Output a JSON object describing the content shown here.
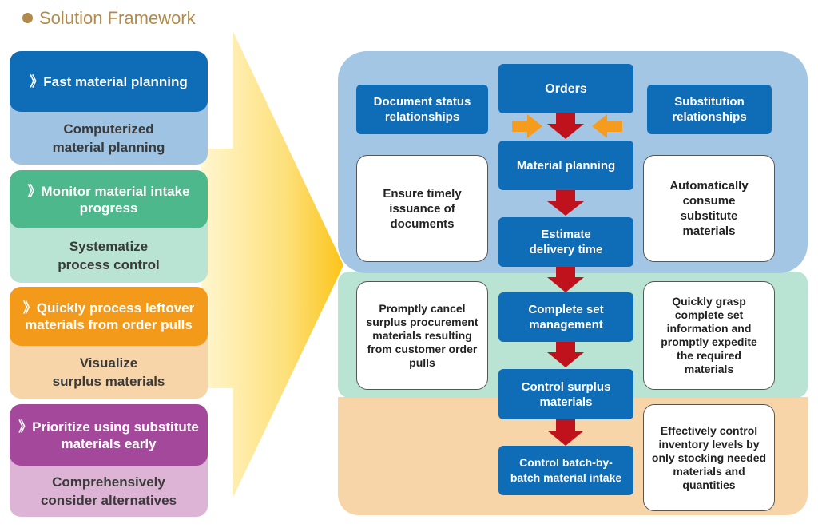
{
  "title": "Solution Framework",
  "left_cards": [
    {
      "head": "》Fast material planning",
      "body": "Computerized\nmaterial planning",
      "head_color": "#0f6cb6",
      "body_color": "#9fc3e2"
    },
    {
      "head": "》Monitor material intake progress",
      "body": "Systematize\nprocess control",
      "head_color": "#4cb88b",
      "body_color": "#b9e3d3"
    },
    {
      "head": "》Quickly process leftover materials from order pulls",
      "body": "Visualize\nsurplus materials",
      "head_color": "#f39a1b",
      "body_color": "#f8d5a8"
    },
    {
      "head": "》Prioritize using substitute materials early",
      "body": "Comprehensively\nconsider alternatives",
      "head_color": "#a3489a",
      "body_color": "#ddb4d5"
    }
  ],
  "flow": {
    "orders": "Orders",
    "material_planning": "Material planning",
    "estimate_delivery": "Estimate\ndelivery time",
    "complete_set": "Complete set\nmanagement",
    "control_surplus": "Control surplus\nmaterials",
    "control_batch": "Control batch-by-\nbatch material intake"
  },
  "side": {
    "document_status": "Document status\nrelationships",
    "substitution": "Substitution\nrelationships",
    "timely_issuance": "Ensure timely\nissuance of\ndocuments",
    "auto_consume": "Automatically\nconsume\nsubstitute\nmaterials",
    "promptly_cancel": "Promptly cancel\nsurplus procurement\nmaterials resulting\nfrom customer order\npulls",
    "quickly_grasp": "Quickly grasp\ncomplete set\ninformation and\npromptly expedite\nthe required\nmaterials",
    "effectively_control": "Effectively control\ninventory levels by\nonly stocking needed\nmaterials and\nquantities"
  },
  "colors": {
    "zone_blue": "#a3c6e4",
    "zone_green": "#b9e3d3",
    "zone_orange": "#f8d5a8",
    "flow_blue": "#0f6cb6",
    "arrow_red": "#c0121c",
    "arrow_orange": "#f59c1f",
    "big_arrow": "#fcc418"
  }
}
